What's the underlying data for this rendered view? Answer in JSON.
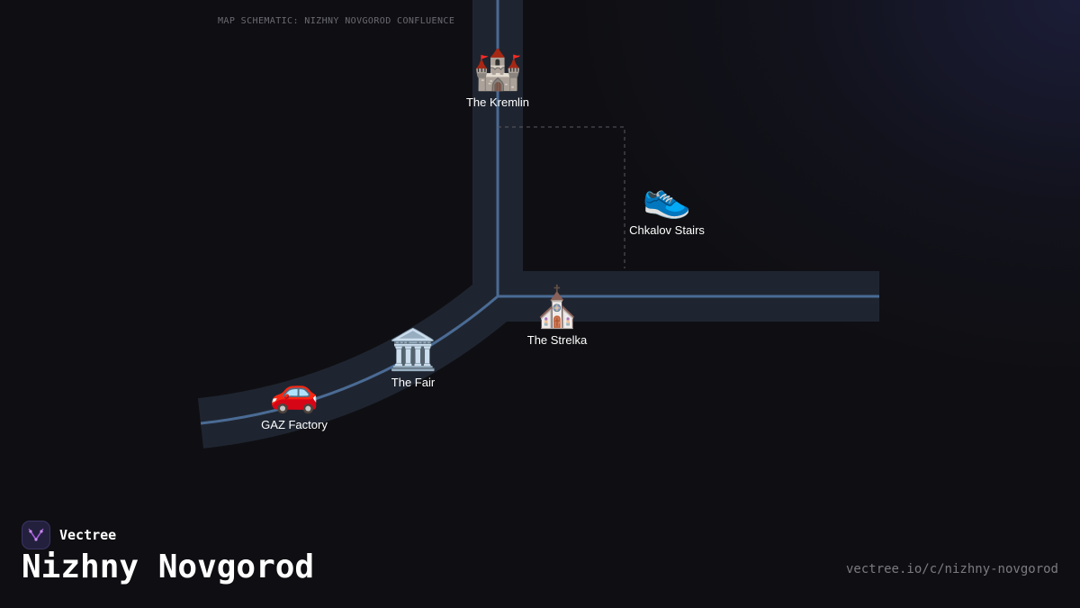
{
  "map": {
    "caption": "MAP SCHEMATIC: NIZHNY NOVGOROD CONFLUENCE",
    "road_color": "#1f2530",
    "route_color": "#4a6b94",
    "poi": [
      {
        "id": "kremlin",
        "icon": "🏰",
        "icon_name": "castle-icon",
        "label": "The Kremlin"
      },
      {
        "id": "chkalov",
        "icon": "👟",
        "icon_name": "sneaker-icon",
        "label": "Chkalov Stairs"
      },
      {
        "id": "strelka",
        "icon": "⛪",
        "icon_name": "church-icon",
        "label": "The Strelka"
      },
      {
        "id": "fair",
        "icon": "🏛️",
        "icon_name": "classical-building-icon",
        "label": "The Fair"
      },
      {
        "id": "gaz",
        "icon": "🚗",
        "icon_name": "car-icon",
        "label": "GAZ Factory"
      }
    ]
  },
  "footer": {
    "brand": "Vectree",
    "logo_icon": "vectree-logo-icon",
    "accent": "#a25cd6",
    "city": "Nizhny Novgorod",
    "url": "vectree.io/c/nizhny-novgorod"
  }
}
